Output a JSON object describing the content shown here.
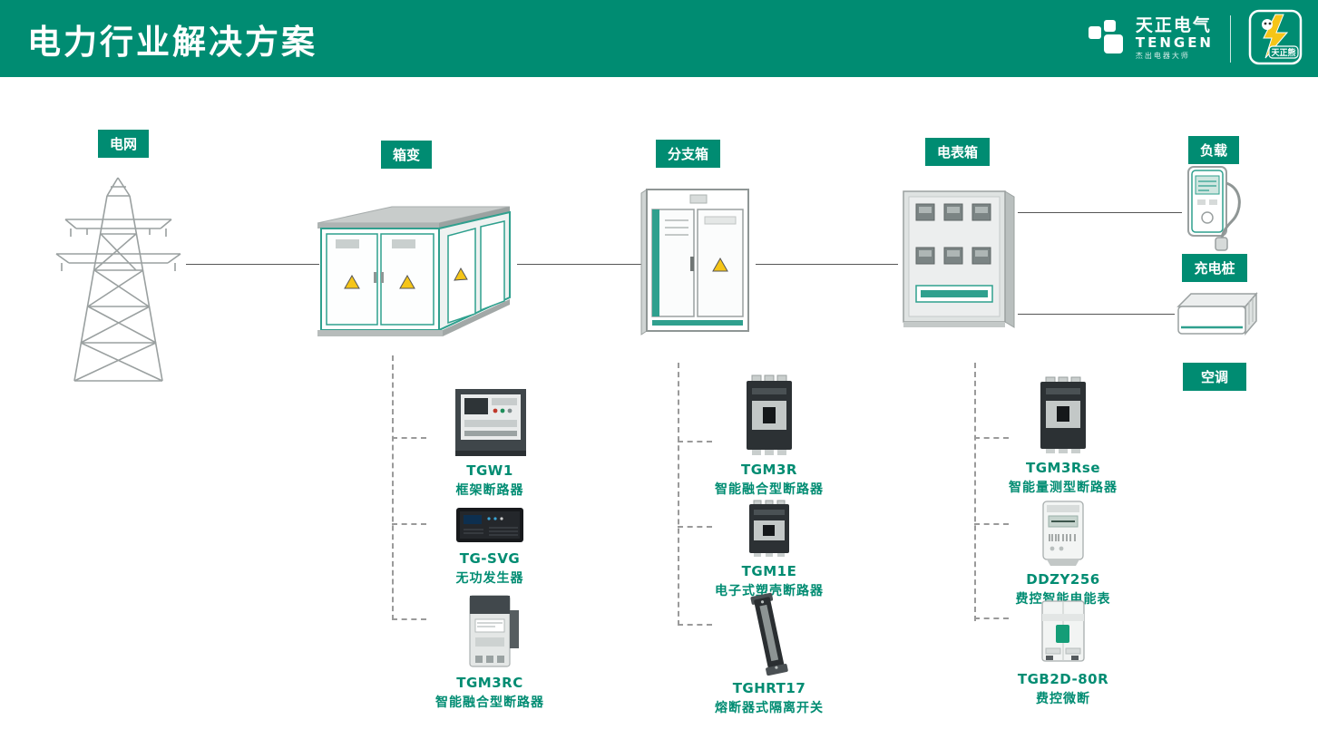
{
  "theme": {
    "green": "#008C72",
    "teal": "#2FA08E",
    "line_gray": "#555555",
    "dash_gray": "#9a9a9a",
    "warning_yellow": "#F5C518"
  },
  "header": {
    "title": "电力行业解决方案",
    "brand_cn": "天正电气",
    "brand_en": "TENGEN",
    "brand_tagline": "杰出电器大师",
    "mascot_label": "天正熊"
  },
  "stations": {
    "grid": {
      "label": "电网"
    },
    "transformer": {
      "label": "箱变"
    },
    "branch": {
      "label": "分支箱"
    },
    "meter": {
      "label": "电表箱"
    },
    "load": {
      "label": "负载"
    },
    "charger": {
      "label": "充电桩"
    },
    "ac": {
      "label": "空调"
    }
  },
  "columns": [
    {
      "station": "箱变",
      "products": [
        {
          "name": "TGW1",
          "desc": "框架断路器"
        },
        {
          "name": "TG-SVG",
          "desc": "无功发生器"
        },
        {
          "name": "TGM3RC",
          "desc": "智能融合型断路器"
        }
      ]
    },
    {
      "station": "分支箱",
      "products": [
        {
          "name": "TGM3R",
          "desc": "智能融合型断路器"
        },
        {
          "name": "TGM1E",
          "desc": "电子式塑壳断路器"
        },
        {
          "name": "TGHRT17",
          "desc": "熔断器式隔离开关"
        }
      ]
    },
    {
      "station": "电表箱",
      "products": [
        {
          "name": "TGM3Rse",
          "desc": "智能量测型断路器"
        },
        {
          "name": "DDZY256",
          "desc": "费控智能电能表"
        },
        {
          "name": "TGB2D-80R",
          "desc": "费控微断"
        }
      ]
    }
  ]
}
